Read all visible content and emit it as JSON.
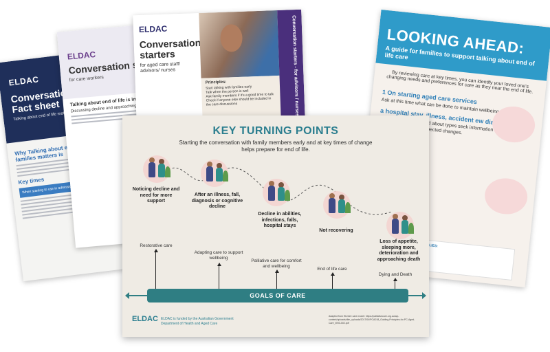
{
  "factsheet": {
    "logo": "ELDAC",
    "title": "Conversation starters Fact sheet",
    "subtitle": "Talking about end of life matters in aged care",
    "heading1": "Why Talking about end of life with families matters is",
    "heading2": "Key times",
    "band": "When starting to use in admission to resident..."
  },
  "careworkers": {
    "logo": "ELDAC",
    "title": "Conversation starters",
    "subtitle": "for care workers",
    "body_heading": "Talking about end of life is importa...",
    "body_text": "Discussing decline and approaching end of life..."
  },
  "agedcare": {
    "logo": "ELDAC",
    "title": "Conversation starters",
    "subtitle": "for aged care staff/ advisors/ nurses",
    "principles_heading": "Principles:",
    "principles": [
      "Start talking with families early",
      "Talk when the person is well",
      "Ask family members if it's a good time to talk",
      "Check if anyone else should be included in the care discussions"
    ],
    "sidebar": "Conversation starters - for advisors / nurses"
  },
  "lookingahead": {
    "title": "LOOKING AHEAD:",
    "subtitle": "A guide for families to support talking about end of life care",
    "intro": "By reviewing care at key times, you can identify your loved one's changing needs and preferences for care as they near the end of life.",
    "section1": "1 On starting aged care services",
    "section1_text": "Ask at this time what can be done to maintain wellbeing.",
    "section2": "a hospital stay, illness, accident ew diagnosis",
    "section2_text": "re decisions are needed about types seek information from a GP or nurse condition and expected changes.",
    "contact": "INFORMATION FOR FAMILIES:"
  },
  "main": {
    "title": "KEY TURNING POINTS",
    "subtitle": "Starting the conversation with family members early and at key times of change helps prepare for end of life.",
    "turning_points": [
      "Noticing decline and need for more support",
      "After an illness, fall, diagnosis or cognitive decline",
      "Decline in abilities, infections, falls, hospital stays",
      "Not recovering",
      "Loss of appetite, sleeping more, deterioration and approaching death"
    ],
    "care_goals": [
      "Restorative care",
      "Adapting care to support wellbeing",
      "Palliative care for comfort and wellbeing",
      "End of life care",
      "Dying and Death"
    ],
    "goals_label": "GOALS OF CARE",
    "logo": "ELDAC",
    "funded_line1": "ELDAC is funded by the Australian Government",
    "funded_line2": "Department of Health and Aged Care",
    "source": "Adapted from ELDAC care model: https://palliativecare.org.au/wp-content/uploads/dlm_uploads/2017/04/PCA018_Guiding-Principles-for-PC-Aged-Care_W03-002.pdf"
  }
}
